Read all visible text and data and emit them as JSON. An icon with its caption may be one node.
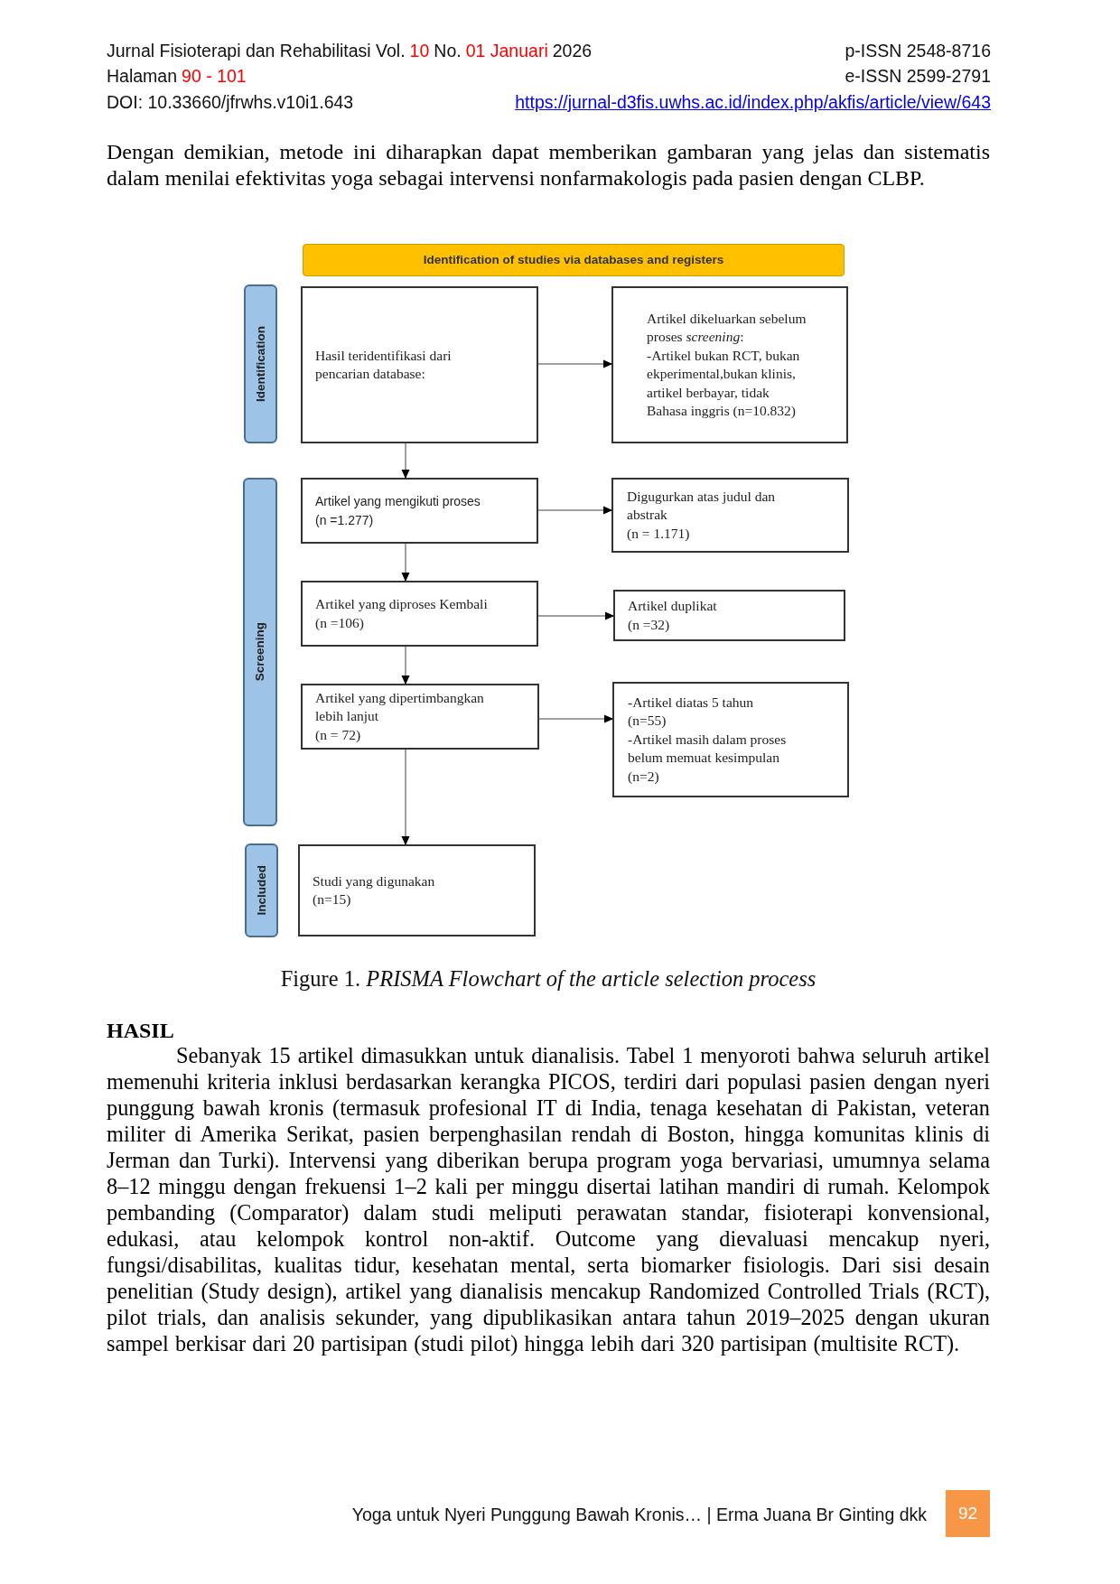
{
  "diagram": {
    "caption": "Figure 1. *PRISMA Flowchart of the article selection process*",
    "nodes": [
      {
        "text": [
          "Identification of studies via databases and registers"
        ]
      },
      {
        "text": [
          "Identification"
        ]
      },
      {
        "text": [
          "Hasil teridentifikasi dari pencarian database:"
        ]
      },
      {
        "text": [
          "Artikel dikeluarkan sebelum proses *screening*:",
          "-Artikel bukan RCT, bukan ekperimental,bukan klinis, artikel berbayar, tidak Bahasa inggris (n=10.832)"
        ]
      },
      {
        "text": [
          "Screening"
        ]
      },
      {
        "text": [
          "Artikel yang mengikuti proses",
          "(n =1.277)"
        ]
      },
      {
        "text": [
          "Digugurkan atas judul dan abstrak",
          "(n = 1.171)"
        ]
      },
      {
        "text": [
          "Artikel yang diproses Kembali",
          "(n =106)"
        ]
      },
      {
        "text": [
          "Artikel duplikat",
          "(n =32)"
        ]
      },
      {
        "text": [
          "Artikel yang dipertimbangkan lebih lanjut",
          "(n = 72)"
        ]
      },
      {
        "text": [
          "-Artikel diatas 5 tahun",
          "(n=55)",
          "-Artikel masih dalam proses belum memuat kesimpulan",
          "(n=2)"
        ]
      },
      {
        "text": [
          "Included"
        ]
      },
      {
        "text": [
          "Studi yang digunakan",
          "(n=15)"
        ]
      }
    ],
    "edges": [
      {
        "from": 2,
        "to": 3,
        "arrow": "to"
      },
      {
        "from": 2,
        "to": 5,
        "arrow": "to"
      },
      {
        "from": 5,
        "to": 6,
        "arrow": "to"
      },
      {
        "from": 5,
        "to": 7,
        "arrow": "to"
      },
      {
        "from": 7,
        "to": 8,
        "arrow": "to"
      },
      {
        "from": 7,
        "to": 9,
        "arrow": "to"
      },
      {
        "from": 9,
        "to": 10,
        "arrow": "to"
      },
      {
        "from": 9,
        "to": 12,
        "arrow": "to"
      }
    ],
    "labels": [
      "Jurnal Fisioterapi dan Rehabilitasi Vol.",
      "10",
      "No.",
      "01 Januari",
      "2026",
      "p-ISSN 2548-8716",
      "Halaman",
      "90 - 101",
      "e-ISSN 2599-2791",
      "DOI: 10.33660/jfrwhs.v10i1.643",
      "https://jurnal-d3fis.uwhs.ac.id/index.php/akfis/article/view/643",
      "Dengan demikian, metode ini diharapkan dapat memberikan gambaran yang jelas dan sistematis dalam menilai efektivitas yoga sebagai intervensi nonfarmakologis pada pasien dengan CLBP.",
      "HASIL",
      "Sebanyak 15 artikel dimasukkan untuk dianalisis. Tabel 1 menyoroti bahwa seluruh artikel memenuhi kriteria inklusi berdasarkan kerangka PICOS, terdiri dari populasi pasien dengan nyeri punggung bawah kronis (termasuk profesional IT di India, tenaga kesehatan di Pakistan, veteran militer di Amerika Serikat, pasien berpenghasilan rendah di Boston, hingga komunitas klinis di Jerman dan Turki). Intervensi yang diberikan berupa program yoga bervariasi, umumnya selama 8–12 minggu dengan frekuensi 1–2 kali per minggu disertai latihan mandiri di rumah. Kelompok pembanding (Comparator) dalam studi meliputi perawatan standar, fisioterapi konvensional, edukasi, atau kelompok kontrol non-aktif. Outcome yang dievaluasi mencakup nyeri, fungsi/disabilitas, kualitas tidur, kesehatan mental, serta biomarker fisiologis. Dari sisi desain penelitian (Study design), artikel yang dianalisis mencakup Randomized Controlled Trials (RCT), pilot trials, dan analisis sekunder, yang dipublikasikan antara tahun 2019–2025 dengan ukuran sampel berkisar dari 20 partisipan (studi pilot) hingga lebih dari 320 partisipan (multisite RCT).",
      "Yoga untuk Nyeri Punggung Bawah Kronis… | Erma Juana Br Ginting dkk",
      "92"
    ]
  }
}
